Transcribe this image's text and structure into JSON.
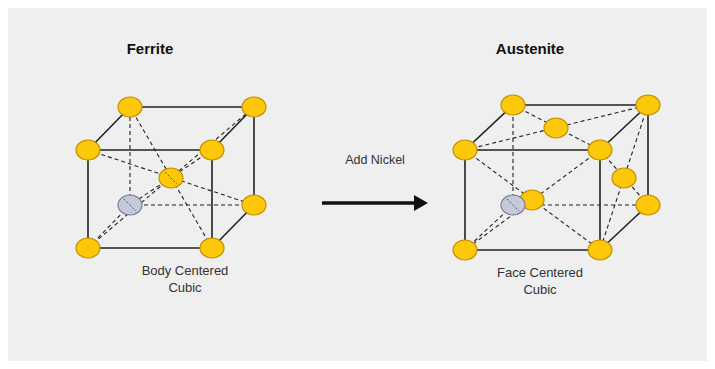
{
  "diagram": {
    "nodes": [
      {
        "text": [
          "Ferrite",
          "Body Centered Cubic"
        ]
      },
      {
        "text": [
          "Austenite",
          "Face Centered Cubic"
        ]
      }
    ],
    "edges": [
      {
        "from": 0,
        "to": 1,
        "label": "Add Nickel",
        "arrow": "to"
      }
    ]
  }
}
